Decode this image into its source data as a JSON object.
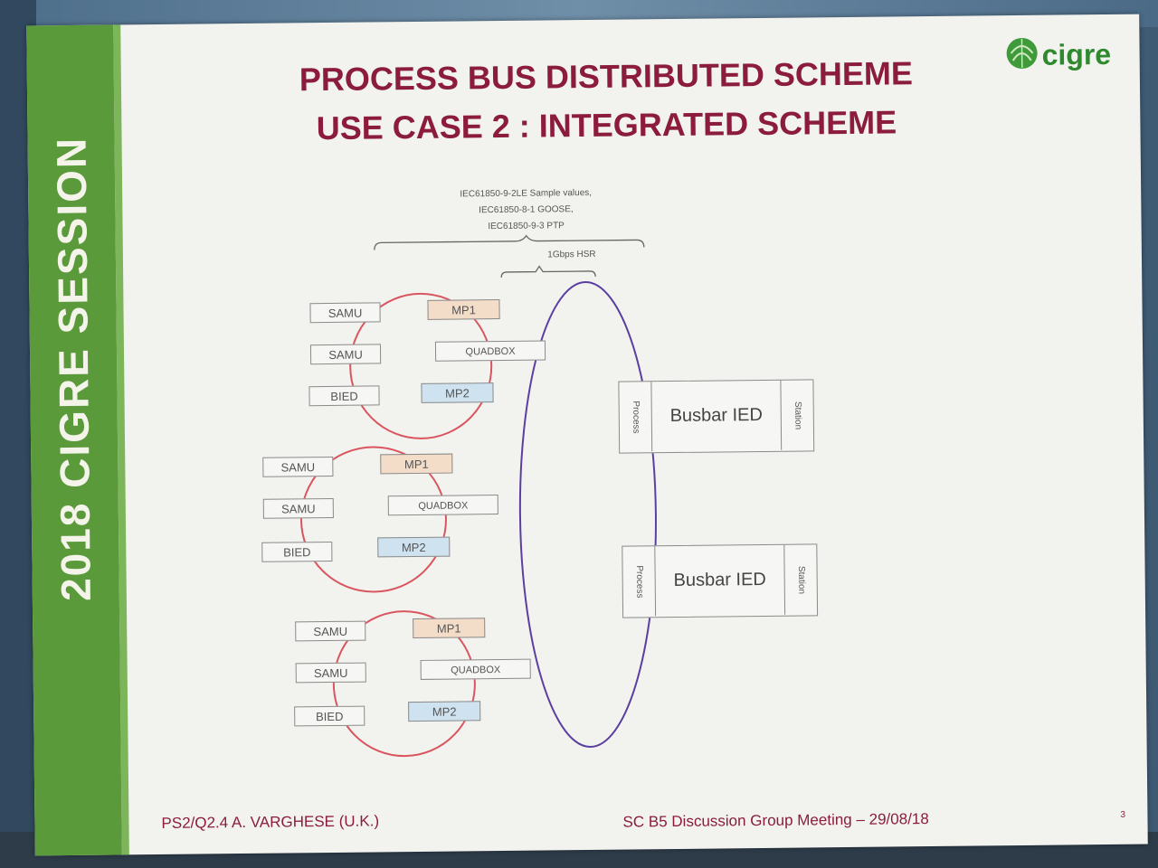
{
  "side_banner": "2018 CIGRE  SESSION",
  "title_line1": "PROCESS BUS DISTRIBUTED SCHEME",
  "title_line2": "USE CASE 2 : INTEGRATED SCHEME",
  "logo_text": "cigre",
  "protocols": [
    "IEC61850-9-2LE Sample values,",
    "IEC61850-8-1 GOOSE,",
    "IEC61850-9-3 PTP"
  ],
  "hsr_label": "1Gbps HSR",
  "groups": [
    {
      "samu1": "SAMU",
      "samu2": "SAMU",
      "bied": "BIED",
      "mp1": "MP1",
      "quadbox": "QUADBOX",
      "mp2": "MP2"
    },
    {
      "samu1": "SAMU",
      "samu2": "SAMU",
      "bied": "BIED",
      "mp1": "MP1",
      "quadbox": "QUADBOX",
      "mp2": "MP2"
    },
    {
      "samu1": "SAMU",
      "samu2": "SAMU",
      "bied": "BIED",
      "mp1": "MP1",
      "quadbox": "QUADBOX",
      "mp2": "MP2"
    }
  ],
  "ieds": [
    {
      "process": "Process",
      "main": "Busbar IED",
      "station": "Station"
    },
    {
      "process": "Process",
      "main": "Busbar IED",
      "station": "Station"
    }
  ],
  "footer_left": "PS2/Q2.4 A. VARGHESE (U.K.)",
  "footer_right": "SC B5 Discussion Group Meeting  –  29/08/18",
  "page_number": "3",
  "colors": {
    "title": "#8b1c3c",
    "banner": "#5a9a3a",
    "hsr_ring": "#5b3fa0",
    "group_ring": "#d9555f",
    "mp1_fill": "#f3dcc8",
    "mp2_fill": "#cfe2ef"
  }
}
